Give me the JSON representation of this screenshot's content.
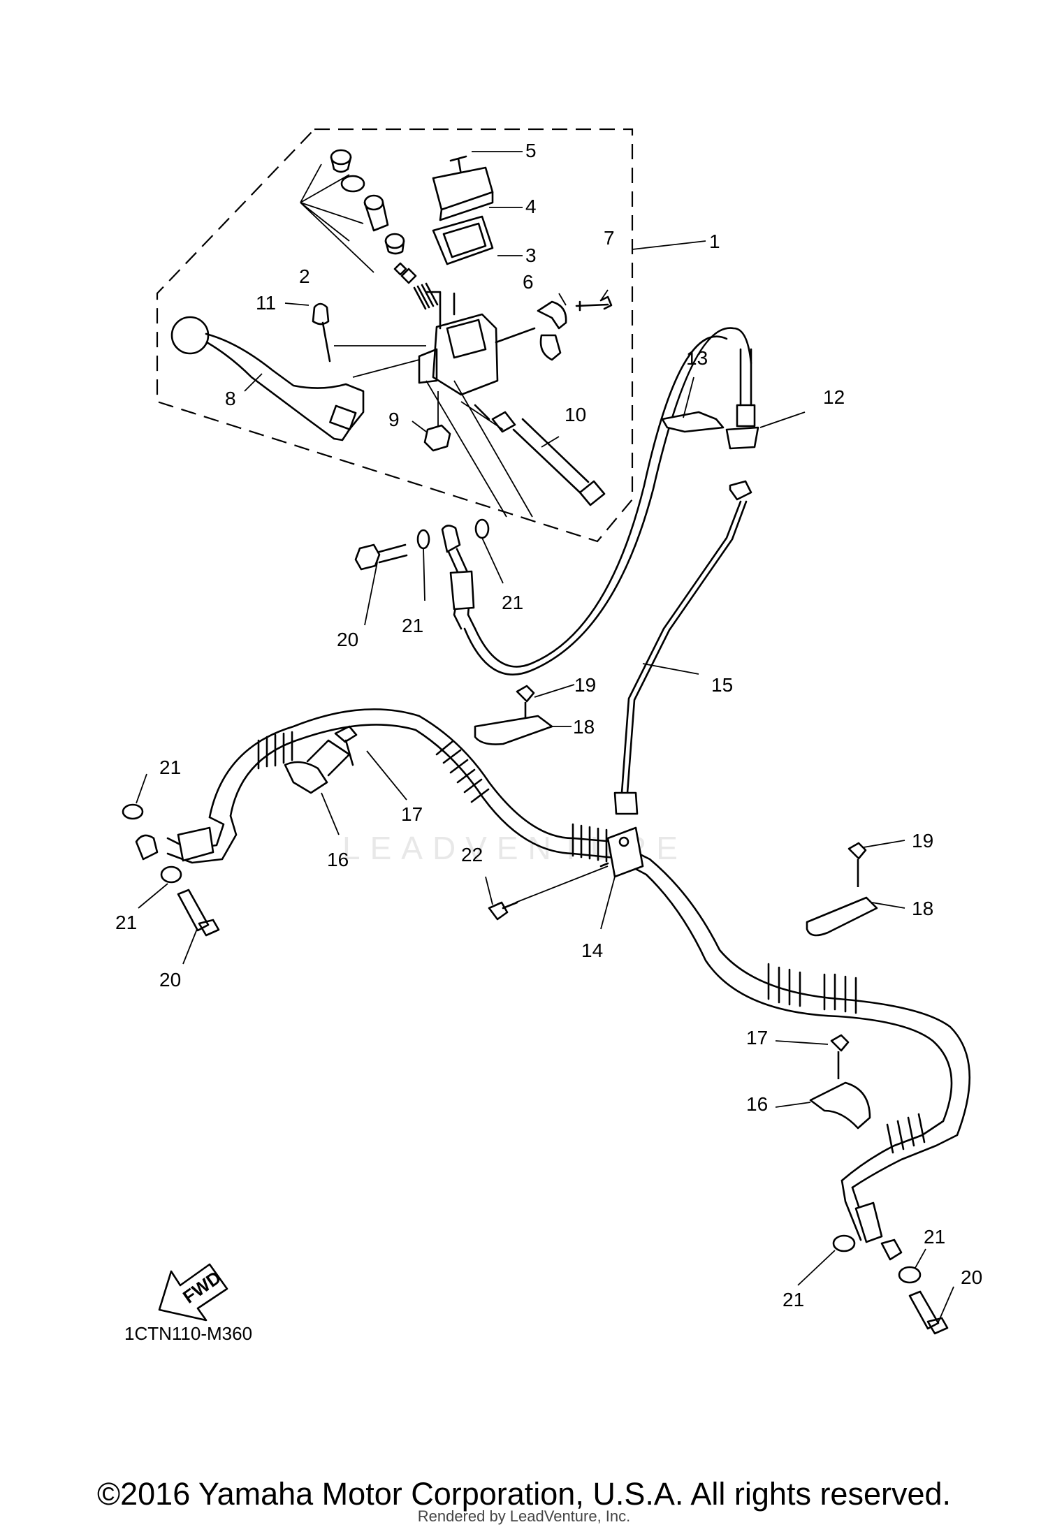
{
  "diagram": {
    "callouts": [
      "1",
      "2",
      "3",
      "4",
      "5",
      "6",
      "7",
      "8",
      "9",
      "10",
      "11",
      "12",
      "13",
      "14",
      "15",
      "16",
      "17",
      "18",
      "19",
      "20",
      "21",
      "22",
      "16",
      "17",
      "18",
      "19",
      "20",
      "20",
      "21",
      "21",
      "21",
      "21",
      "21",
      "21",
      "20"
    ],
    "fwd_label": "FWD",
    "figure_code": "1CTN110-M360",
    "watermark": "LEADVENTURE"
  },
  "footer": {
    "copyright": "©2016 Yamaha Motor Corporation, U.S.A. All rights reserved.",
    "rendered_by": "Rendered by LeadVenture, Inc."
  }
}
